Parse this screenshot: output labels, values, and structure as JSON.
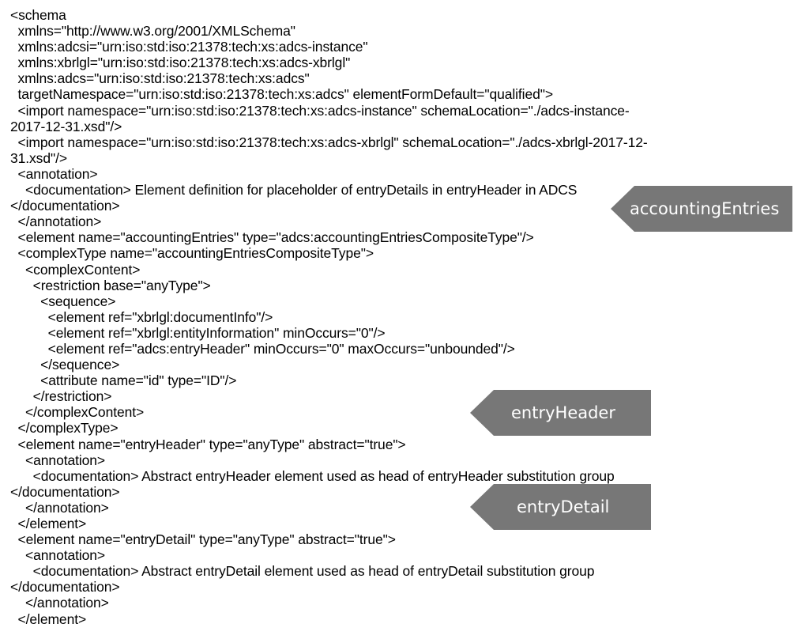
{
  "code_lines": [
    "<schema",
    "  xmlns=\"http://www.w3.org/2001/XMLSchema\"",
    "  xmlns:adcsi=\"urn:iso:std:iso:21378:tech:xs:adcs-instance\"",
    "  xmlns:xbrlgl=\"urn:iso:std:iso:21378:tech:xs:adcs-xbrlgl\"",
    "  xmlns:adcs=\"urn:iso:std:iso:21378:tech:xs:adcs\"",
    "  targetNamespace=\"urn:iso:std:iso:21378:tech:xs:adcs\" elementFormDefault=\"qualified\">",
    "  <import namespace=\"urn:iso:std:iso:21378:tech:xs:adcs-instance\" schemaLocation=\"./adcs-instance-",
    "2017-12-31.xsd\"/>",
    "  <import namespace=\"urn:iso:std:iso:21378:tech:xs:adcs-xbrlgl\" schemaLocation=\"./adcs-xbrlgl-2017-12-",
    "31.xsd\"/>",
    "  <annotation>",
    "    <documentation> Element definition for placeholder of entryDetails in entryHeader in ADCS",
    "</documentation>",
    "  </annotation>",
    "  <element name=\"accountingEntries\" type=\"adcs:accountingEntriesCompositeType\"/>",
    "  <complexType name=\"accountingEntriesCompositeType\">",
    "    <complexContent>",
    "      <restriction base=\"anyType\">",
    "        <sequence>",
    "          <element ref=\"xbrlgl:documentInfo\"/>",
    "          <element ref=\"xbrlgl:entityInformation\" minOccurs=\"0\"/>",
    "          <element ref=\"adcs:entryHeader\" minOccurs=\"0\" maxOccurs=\"unbounded\"/>",
    "        </sequence>",
    "        <attribute name=\"id\" type=\"ID\"/>",
    "      </restriction>",
    "    </complexContent>",
    "  </complexType>",
    "  <element name=\"entryHeader\" type=\"anyType\" abstract=\"true\">",
    "    <annotation>",
    "      <documentation> Abstract entryHeader element used as head of entryHeader substitution group",
    "</documentation>",
    "    </annotation>",
    "  </element>",
    "  <element name=\"entryDetail\" type=\"anyType\" abstract=\"true\">",
    "    <annotation>",
    "      <documentation> Abstract entryDetail element used as head of entryDetail substitution group",
    "</documentation>",
    "    </annotation>",
    "  </element>"
  ],
  "callouts": {
    "accounting_entries": "accountingEntries",
    "entry_header": "entryHeader",
    "entry_detail": "entryDetail"
  },
  "colors": {
    "callout_background": "#777777",
    "callout_text": "#ffffff",
    "code_text": "#000000"
  }
}
